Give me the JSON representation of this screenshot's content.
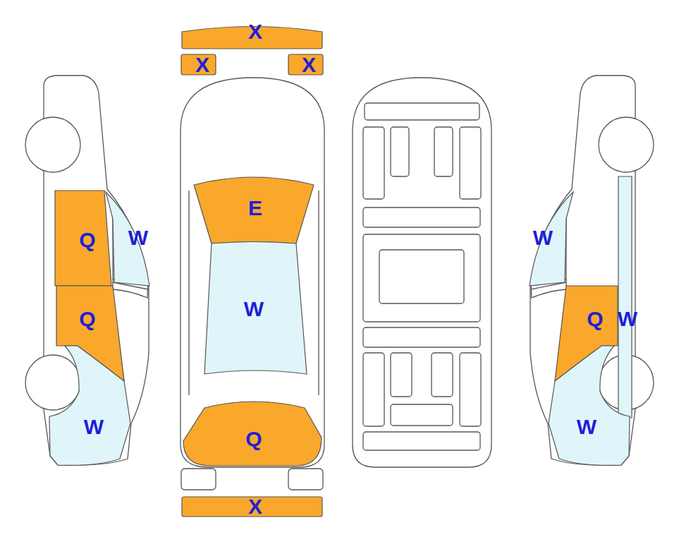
{
  "diagram": {
    "nodes": [
      {
        "text": [
          "X"
        ]
      },
      {
        "text": [
          "X"
        ]
      },
      {
        "text": [
          "X"
        ]
      },
      {
        "text": [
          "Q"
        ]
      },
      {
        "text": [
          "W"
        ]
      },
      {
        "text": [
          "E"
        ]
      },
      {
        "text": [
          "W"
        ]
      },
      {
        "text": [
          "W"
        ]
      },
      {
        "text": [
          "Q"
        ]
      },
      {
        "text": [
          "Q"
        ]
      },
      {
        "text": [
          "W"
        ]
      },
      {
        "text": [
          "Q"
        ]
      },
      {
        "text": [
          "W"
        ]
      },
      {
        "text": [
          "W"
        ]
      },
      {
        "text": [
          "X"
        ]
      }
    ]
  }
}
